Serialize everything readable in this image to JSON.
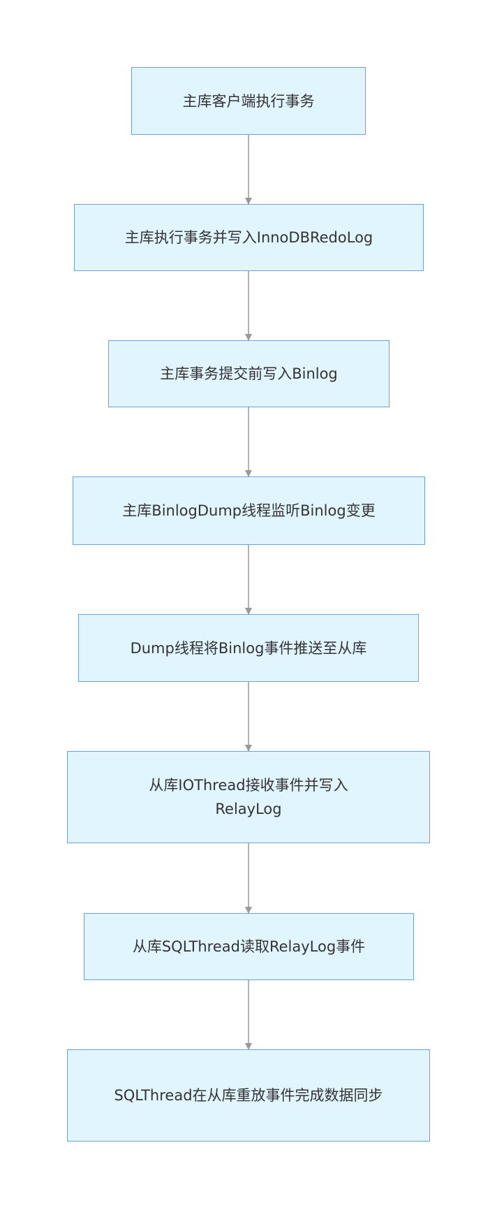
{
  "diagram": {
    "nodes": [
      {
        "id": "step-1",
        "label": "主库客户端执行事务"
      },
      {
        "id": "step-2",
        "label": "主库执行事务并写入InnoDBRedoLog"
      },
      {
        "id": "step-3",
        "label": "主库事务提交前写入Binlog"
      },
      {
        "id": "step-4",
        "label": "主库BinlogDump线程监听Binlog变更"
      },
      {
        "id": "step-5",
        "label": "Dump线程将Binlog事件推送至从库"
      },
      {
        "id": "step-6",
        "label": "从库IOThread接收事件并写入RelayLog"
      },
      {
        "id": "step-7",
        "label": "从库SQLThread读取RelayLog事件"
      },
      {
        "id": "step-8",
        "label": "SQLThread在从库重放事件完成数据同步"
      }
    ],
    "colors": {
      "node_fill": "#e1f5fe",
      "node_border": "#6f9fd8",
      "edge": "#999999",
      "text": "#333333"
    }
  }
}
